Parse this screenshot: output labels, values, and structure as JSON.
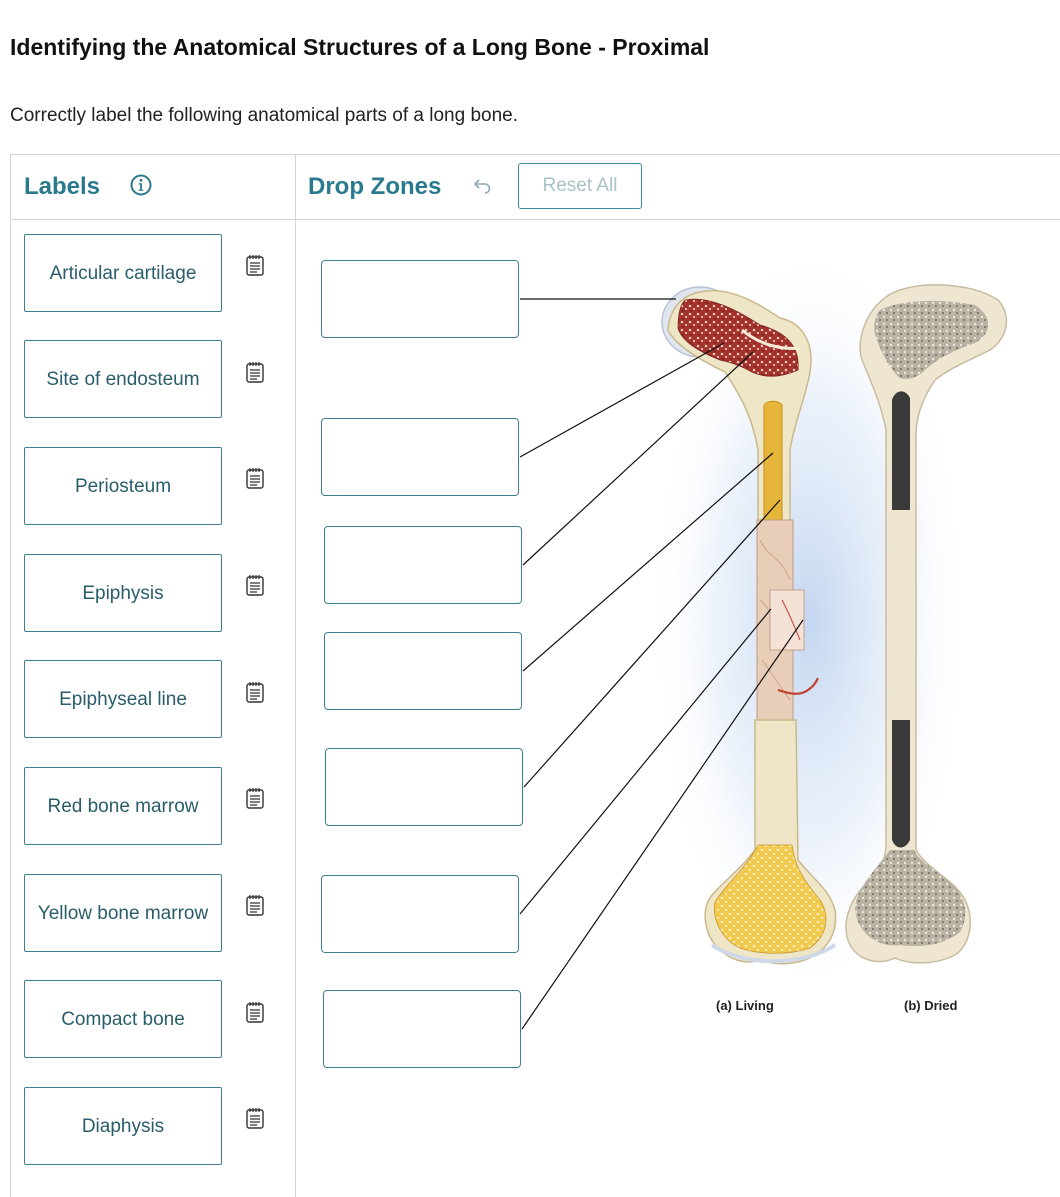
{
  "page": {
    "title": "Identifying the Anatomical Structures of a Long Bone - Proximal",
    "instructions": "Correctly label the following anatomical parts of a long bone."
  },
  "labels_panel": {
    "heading": "Labels",
    "info_icon": "info-circle-icon",
    "items": [
      {
        "text": "Articular cartilage",
        "icon": "notepad-icon"
      },
      {
        "text": "Site of endosteum",
        "icon": "notepad-icon"
      },
      {
        "text": "Periosteum",
        "icon": "notepad-icon"
      },
      {
        "text": "Epiphysis",
        "icon": "notepad-icon"
      },
      {
        "text": "Epiphyseal line",
        "icon": "notepad-icon"
      },
      {
        "text": "Red bone marrow",
        "icon": "notepad-icon"
      },
      {
        "text": "Yellow bone marrow",
        "icon": "notepad-icon"
      },
      {
        "text": "Compact bone",
        "icon": "notepad-icon"
      },
      {
        "text": "Diaphysis",
        "icon": "notepad-icon"
      }
    ]
  },
  "drop_zones_panel": {
    "heading": "Drop Zones",
    "undo_icon": "undo-arrow-icon",
    "reset_label": "Reset All",
    "zones": [
      "",
      "",
      "",
      "",
      "",
      "",
      ""
    ]
  },
  "figure": {
    "caption_living": "(a) Living",
    "caption_dried": "(b) Dried"
  },
  "colors": {
    "accent": "#2a7a8f",
    "border": "#3e7e91",
    "red_marrow": "#9c2a2a",
    "yellow_marrow": "#e8b830",
    "bone": "#efe6c8"
  }
}
